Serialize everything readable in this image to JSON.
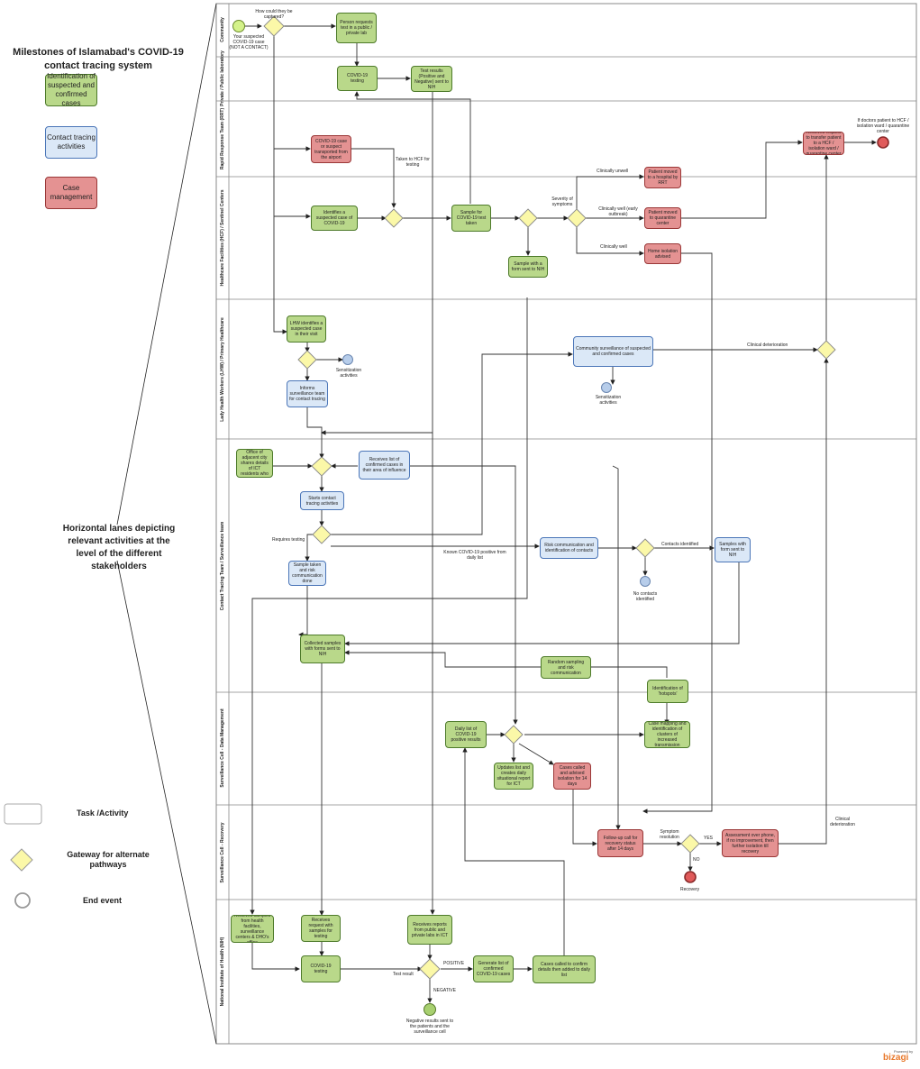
{
  "legend": {
    "title": "Milestones of Islamabad's COVID-19 contact tracing system",
    "green_label": "Identification of suspected and confirmed cases",
    "blue_label": "Contact tracing activities",
    "red_label": "Case management",
    "lanes_note": "Horizontal lanes depicting relevant activities at the level of the different stakeholders",
    "task_label": "Task /Activity",
    "gateway_label": "Gateway for alternate pathways",
    "end_label": "End event"
  },
  "colors": {
    "green_fill": "#b9d88a",
    "blue_fill": "#dbe8f7",
    "red_fill": "#e49292",
    "gateway_fill": "#fbf8a8",
    "start_fill": "#d4f28a",
    "end_fill": "#e05a5a"
  },
  "lanes": [
    "Community",
    "Private / Public laboratory",
    "Rapid Response Team (RRT)",
    "Healthcare Facilities (HCF) / Sentinel Centers",
    "Lady Health Workers (LHW) / Primary Healthcare",
    "Contact Tracing Team / Surveillance team",
    "Surveillance Cell - Data Management",
    "Surveillance Cell - Recovery",
    "National Institute of Health (NIH)"
  ],
  "tasks": {
    "t1": "Person requests test in a public / private lab",
    "t2": "COVID-19 testing",
    "t3": "Test results (Positive and Negative) sent to NIH",
    "t4": "COVID-19 case or suspect transported from the airport",
    "t5": "Identifies a suspected case of COVID-19",
    "t6": "Sample for COVID-19 test taken",
    "t7": "Sample with a form sent to NIH",
    "t8": "Patient moved to a hospital by RRT",
    "t9": "Patient moved to quarantine center",
    "t10": "Home isolation advised",
    "t11": "Receives request to transfer patient to a HCF / isolation ward / quarantine center",
    "t12": "LHW identifies a suspected case in their visit",
    "t13": "Informs surveillance team for contact tracing",
    "t14": "Community surveillance of suspected and confirmed cases",
    "t15": "District Health Office of adjacent city shares details of ICT residents who tested positive",
    "t16": "Receives list of confirmed cases in their area of influence",
    "t17": "Starts contact tracing activities",
    "t18": "Sample taken and risk communication done",
    "t19": "Risk communication and identification of contacts",
    "t20": "Samples with form sent to NIH",
    "t21": "Collected samples with forms sent to NIH",
    "t22": "Random sampling and risk communication",
    "t23": "Identification of 'hotspots'",
    "t24": "Case mapping and identification of clusters of increased transmission",
    "t25": "Daily list of COVID-19 positive results",
    "t26": "Updates list and creates daily situational report for ICT",
    "t27": "Cases called and advised isolation for 14 days",
    "t28": "Follow-up call for recovery status after 14 days",
    "t29": "Assessment over phone, if no improvement, then further isolation till recovery",
    "t30": "Receives samples from health facilities, surveillance centers & DHO's office",
    "t31": "Receives request with samples for testing",
    "t32": "Receives reports from public and private labs in ICT",
    "t33": "COVID-19 testing",
    "t34": "Generate list of confirmed COVID-19 cases",
    "t35": "Cases called to confirm details then added to daily list"
  },
  "labels": {
    "l1": "How could they be captured?",
    "l2": "Your suspected COVID-19 case (NOT A CONTACT)",
    "l3": "Taken to HCF for testing",
    "l4": "Severity of symptoms",
    "l5": "Clinically unwell",
    "l6": "Clinically well (early outbreak)",
    "l7": "Clinically well",
    "l8": "If doctors patient to HCF / isolation ward / quarantine center",
    "l9": "Sensitization activities",
    "l10": "Clinical deterioration",
    "l11": "Sensitization activities",
    "l12": "Requires testing",
    "l13": "Known COVID-19 positive from daily list",
    "l14": "Contacts identified",
    "l15": "No contacts identified",
    "l16": "Symptom resolution",
    "l17": "YES",
    "l18": "NO",
    "l19": "Recovery",
    "l20": "Clinical deterioration",
    "l21": "Test result",
    "l22": "POSITIVE",
    "l23": "NEGATIVE",
    "l24": "Negative results sent to the patients and the surveillance cell"
  },
  "branding": {
    "powered_by": "Powered by",
    "logo": "bizagi"
  }
}
